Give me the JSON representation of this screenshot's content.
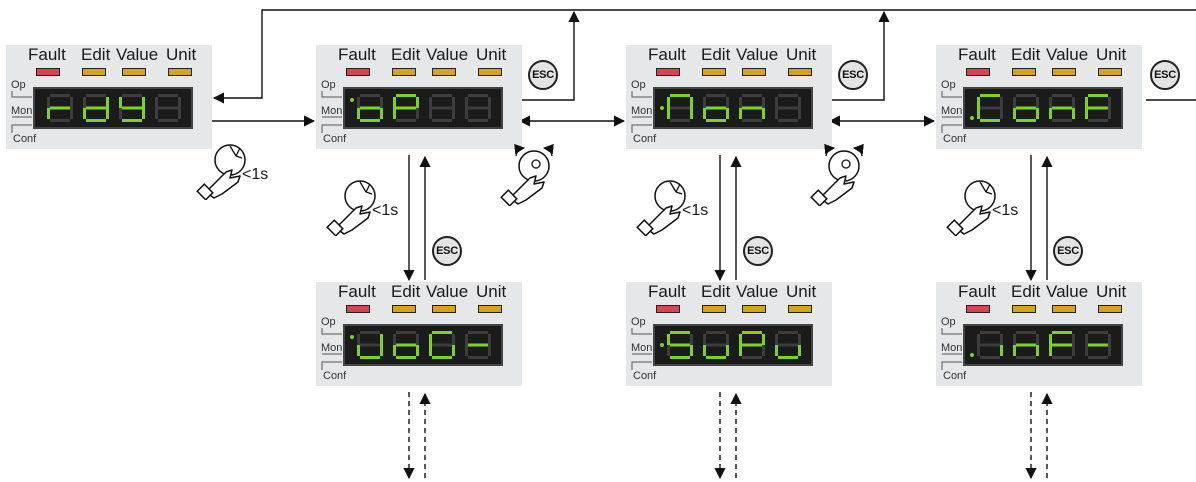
{
  "indicators": {
    "fault": "Fault",
    "edit": "Edit",
    "value": "Value",
    "unit": "Unit"
  },
  "modes": {
    "op": "Op",
    "mon": "Mon",
    "conf": "Conf"
  },
  "esc_label": "ESC",
  "press_time": "<1s",
  "panels": [
    {
      "id": "rdy",
      "text": "rdY",
      "active_mode": "none"
    },
    {
      "id": "op",
      "text": "oP",
      "active_mode": "op"
    },
    {
      "id": "mon",
      "text": "Mon",
      "active_mode": "mon"
    },
    {
      "id": "conf",
      "text": "ConF",
      "active_mode": "conf"
    },
    {
      "id": "jog",
      "text": "JoG-",
      "active_mode": "op"
    },
    {
      "id": "supv",
      "text": "SuPu",
      "active_mode": "mon"
    },
    {
      "id": "inf",
      "text": "inF-",
      "active_mode": "conf"
    }
  ],
  "colors": {
    "segment_on": "#7ed321",
    "segment_off": "#3d3d3d",
    "fault_led": "#d64550",
    "led_amber": "#d6a41c",
    "panel_bg": "#e6e7e9"
  }
}
